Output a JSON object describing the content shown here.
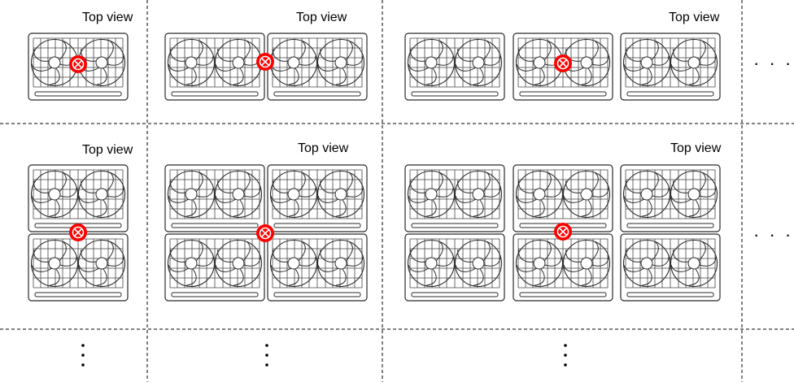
{
  "view_label": "Top view",
  "ellipsis": "· · ·",
  "colors": {
    "line": "#2a2a2a",
    "grid_line": "#444444",
    "marker_fill": "#ff0000",
    "marker_cross": "#ff0000",
    "divider": "#000000"
  },
  "icons": {
    "fan_unit": "fan-unit-icon",
    "cooling_fan": "cooling-fan-icon",
    "heat_source": "heat-source-marker-icon"
  },
  "grid": {
    "rows": [
      {
        "row": 1,
        "cells": [
          {
            "cols": 1,
            "rows": 1
          },
          {
            "cols": 2,
            "rows": 1
          },
          {
            "cols": 3,
            "rows": 1
          }
        ]
      },
      {
        "row": 2,
        "cells": [
          {
            "cols": 1,
            "rows": 2
          },
          {
            "cols": 2,
            "rows": 2
          },
          {
            "cols": 3,
            "rows": 2
          }
        ]
      }
    ],
    "fans_per_unit": 2
  }
}
